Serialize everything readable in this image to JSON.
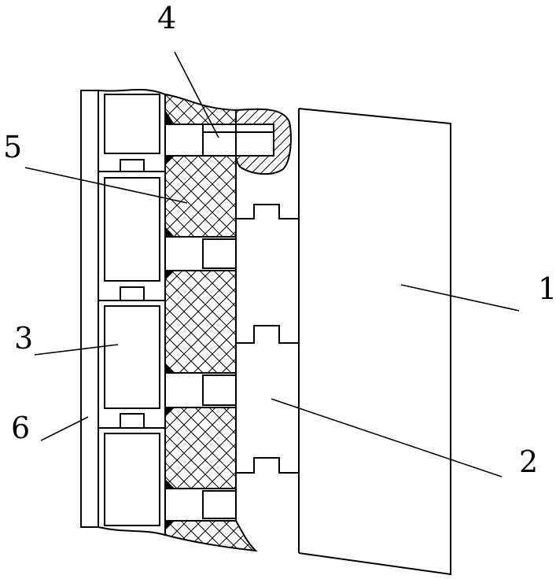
{
  "labels": {
    "l1": "1",
    "l2": "2",
    "l3": "3",
    "l4": "4",
    "l5": "5",
    "l6": "6"
  },
  "colors": {
    "line": "#000000",
    "background": "#ffffff",
    "seal": "#000000"
  }
}
